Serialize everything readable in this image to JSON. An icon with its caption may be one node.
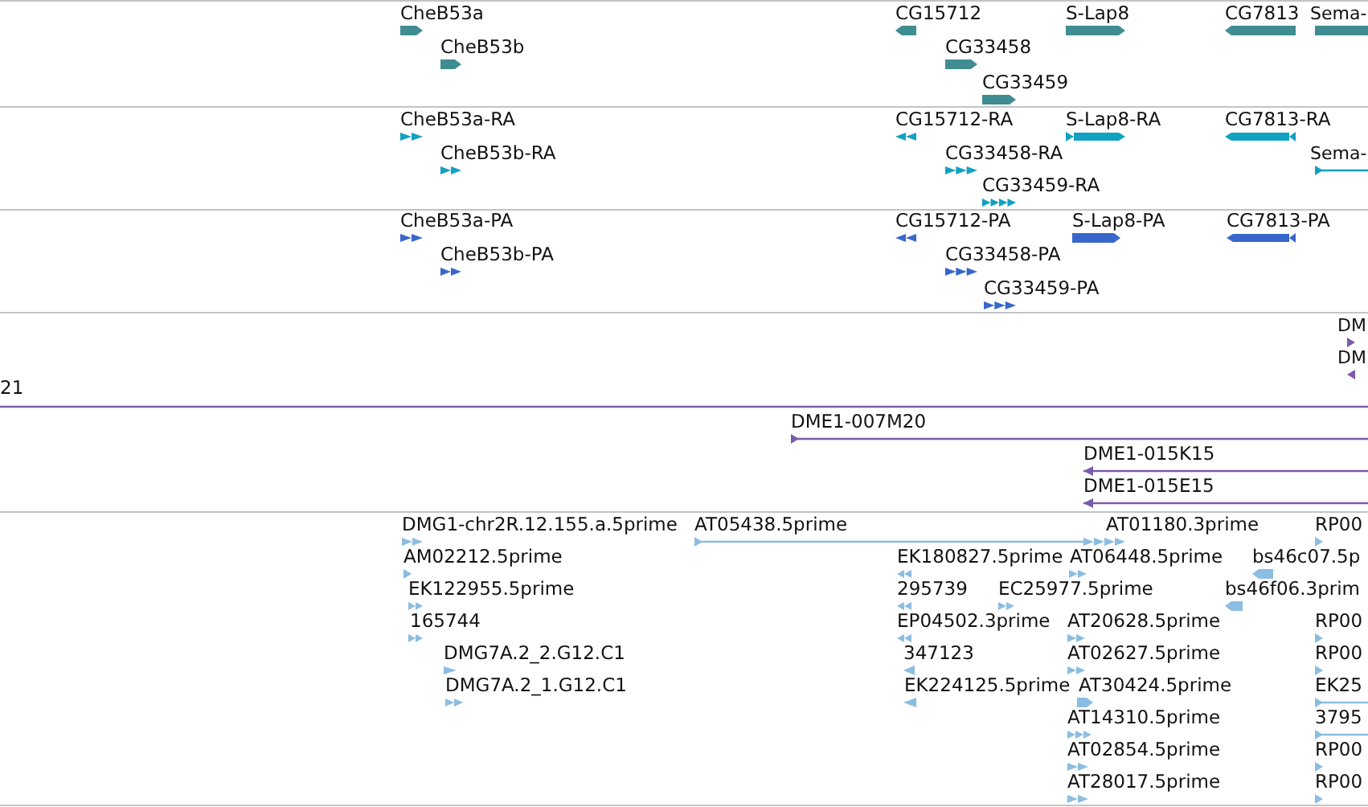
{
  "diagram": {
    "labels": [
      "CheB53a",
      "CG15712",
      "S-Lap8",
      "CG7813",
      "Sema-",
      "CheB53b",
      "CG33458",
      "CG33459",
      "CheB53a-RA",
      "CG15712-RA",
      "S-Lap8-RA",
      "CG7813-RA",
      "CheB53b-RA",
      "CG33458-RA",
      "Sema-",
      "CG33459-RA",
      "CheB53a-PA",
      "CG15712-PA",
      "S-Lap8-PA",
      "CG7813-PA",
      "CheB53b-PA",
      "CG33458-PA",
      "CG33459-PA",
      "DM",
      "DM",
      "21",
      "DME1-007M20",
      "DME1-015K15",
      "DME1-015E15",
      "DMG1-chr2R.12.155.a.5prime",
      "AT05438.5prime",
      "AT01180.3prime",
      "RP00",
      "AM02212.5prime",
      "EK180827.5prime",
      "AT06448.5prime",
      "bs46c07.5p",
      "EK122955.5prime",
      "295739",
      "EC25977.5prime",
      "bs46f06.3prim",
      "165744",
      "EP04502.3prime",
      "AT20628.5prime",
      "RP00",
      "DMG7A.2_2.G12.C1",
      "347123",
      "AT02627.5prime",
      "RP00",
      "DMG7A.2_1.G12.C1",
      "EK224125.5prime",
      "AT30424.5prime",
      "EK25",
      "AT14310.5prime",
      "3795",
      "AT02854.5prime",
      "RP00",
      "AT28017.5prime",
      "RP00"
    ]
  }
}
